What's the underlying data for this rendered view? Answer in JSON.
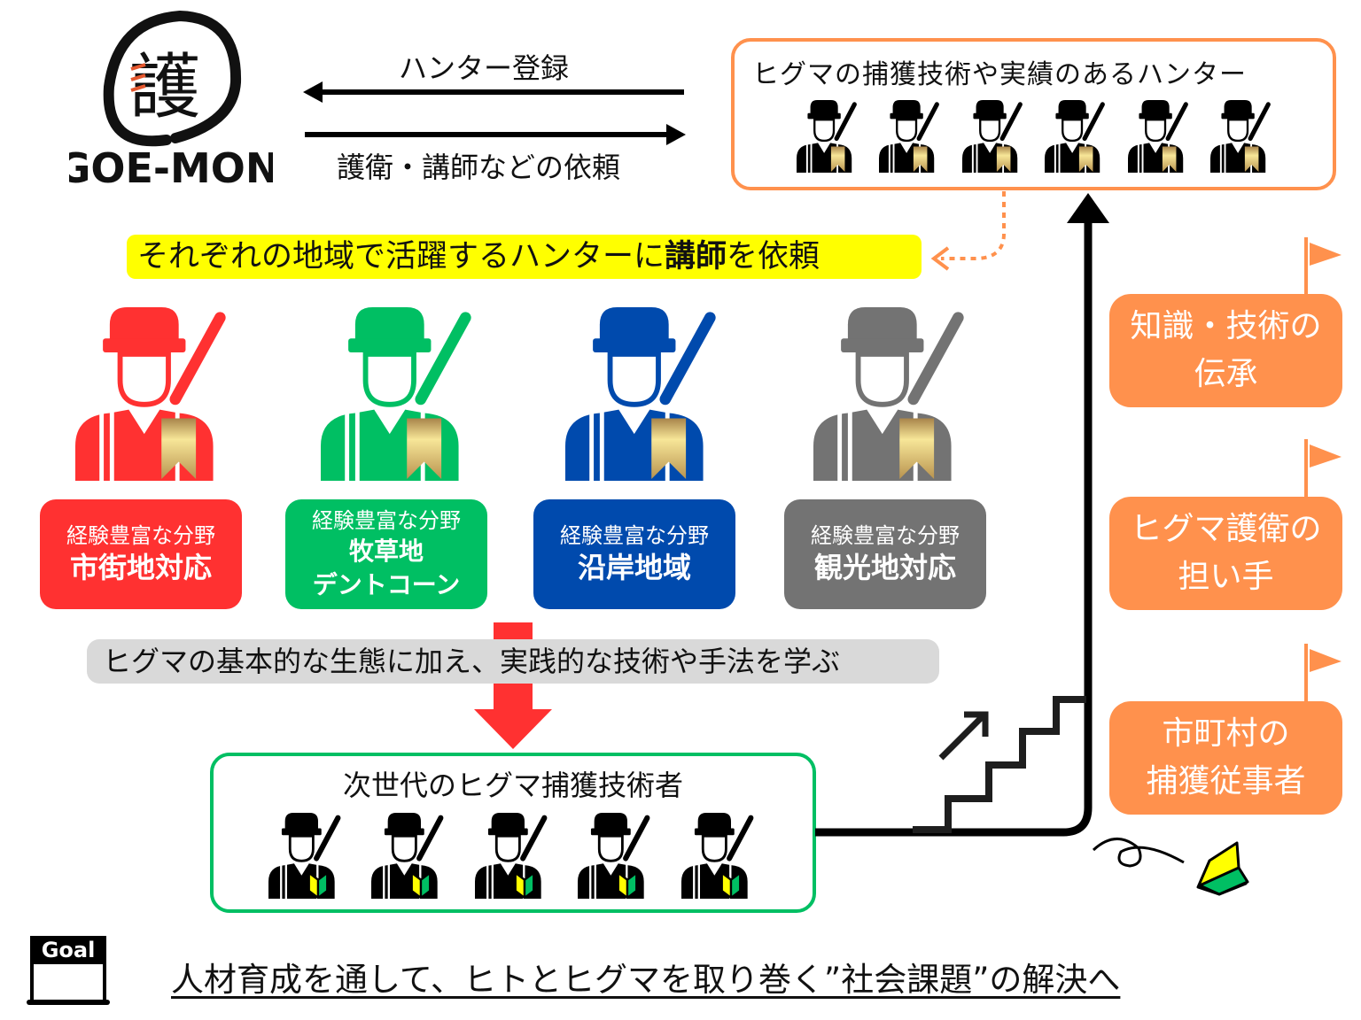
{
  "logo": {
    "kanji": "護",
    "text": "GOE-MON"
  },
  "arrows": {
    "register": "ハンター登録",
    "request": "護衛・講師などの依頼"
  },
  "experienced_hunters": {
    "title": "ヒグマの捕獲技術や実績のあるハンター",
    "count": 6
  },
  "highlight": {
    "before": "それぞれの地域で活躍するハンターに",
    "bold1": "講師",
    "middle": "を",
    "after": "依頼"
  },
  "fields": [
    {
      "label": "経験豊富な分野",
      "value": "市街地対応",
      "color": "#ff3131"
    },
    {
      "label": "経験豊富な分野",
      "value": "牧草地",
      "value2": "デントコーン",
      "color": "#00bf63"
    },
    {
      "label": "経験豊富な分野",
      "value": "沿岸地域",
      "color": "#004aad"
    },
    {
      "label": "経験豊富な分野",
      "value": "観光地対応",
      "color": "#737373"
    }
  ],
  "learn_banner": "ヒグマの基本的な生態に加え、実践的な技術や手法を学ぶ",
  "next_generation": {
    "title": "次世代のヒグマ捕獲技術者",
    "count": 5
  },
  "stages": [
    {
      "line1": "知識・技術の",
      "line2": "伝承"
    },
    {
      "line1": "ヒグマ護衛の",
      "line2": "担い手"
    },
    {
      "line1": "市町村の",
      "line2": "捕獲従事者"
    }
  ],
  "goal": {
    "icon_label": "Goal",
    "text": "人材育成を通して、ヒトとヒグマを取り巻く”社会課題”の解決へ"
  },
  "colors": {
    "orange": "#ff914d",
    "green": "#00bf63",
    "red": "#ff3131",
    "yellow": "#ffff00",
    "grey": "#d9d9d9"
  }
}
